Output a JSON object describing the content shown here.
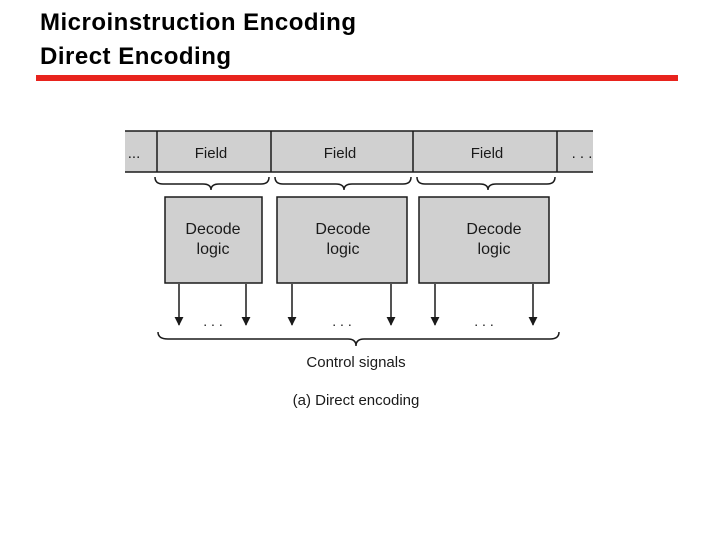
{
  "slide": {
    "title_line1": "Microinstruction Encoding",
    "title_line2": "Direct Encoding",
    "rule_color": "#e8231d"
  },
  "diagram": {
    "fields": {
      "left_ellipsis": "...",
      "labels": [
        "Field",
        "Field",
        "Field"
      ],
      "right_ellipsis": ". . ."
    },
    "decoders": [
      {
        "line1": "Decode",
        "line2": "logic"
      },
      {
        "line1": "Decode",
        "line2": "logic"
      },
      {
        "line1": "Decode",
        "line2": "logic"
      }
    ],
    "signal_ellipsis": ". . .",
    "control_signals_label": "Control signals",
    "caption": "(a) Direct encoding",
    "box_fill": "#d0d0d0",
    "stroke_color": "#1a1a1a"
  }
}
